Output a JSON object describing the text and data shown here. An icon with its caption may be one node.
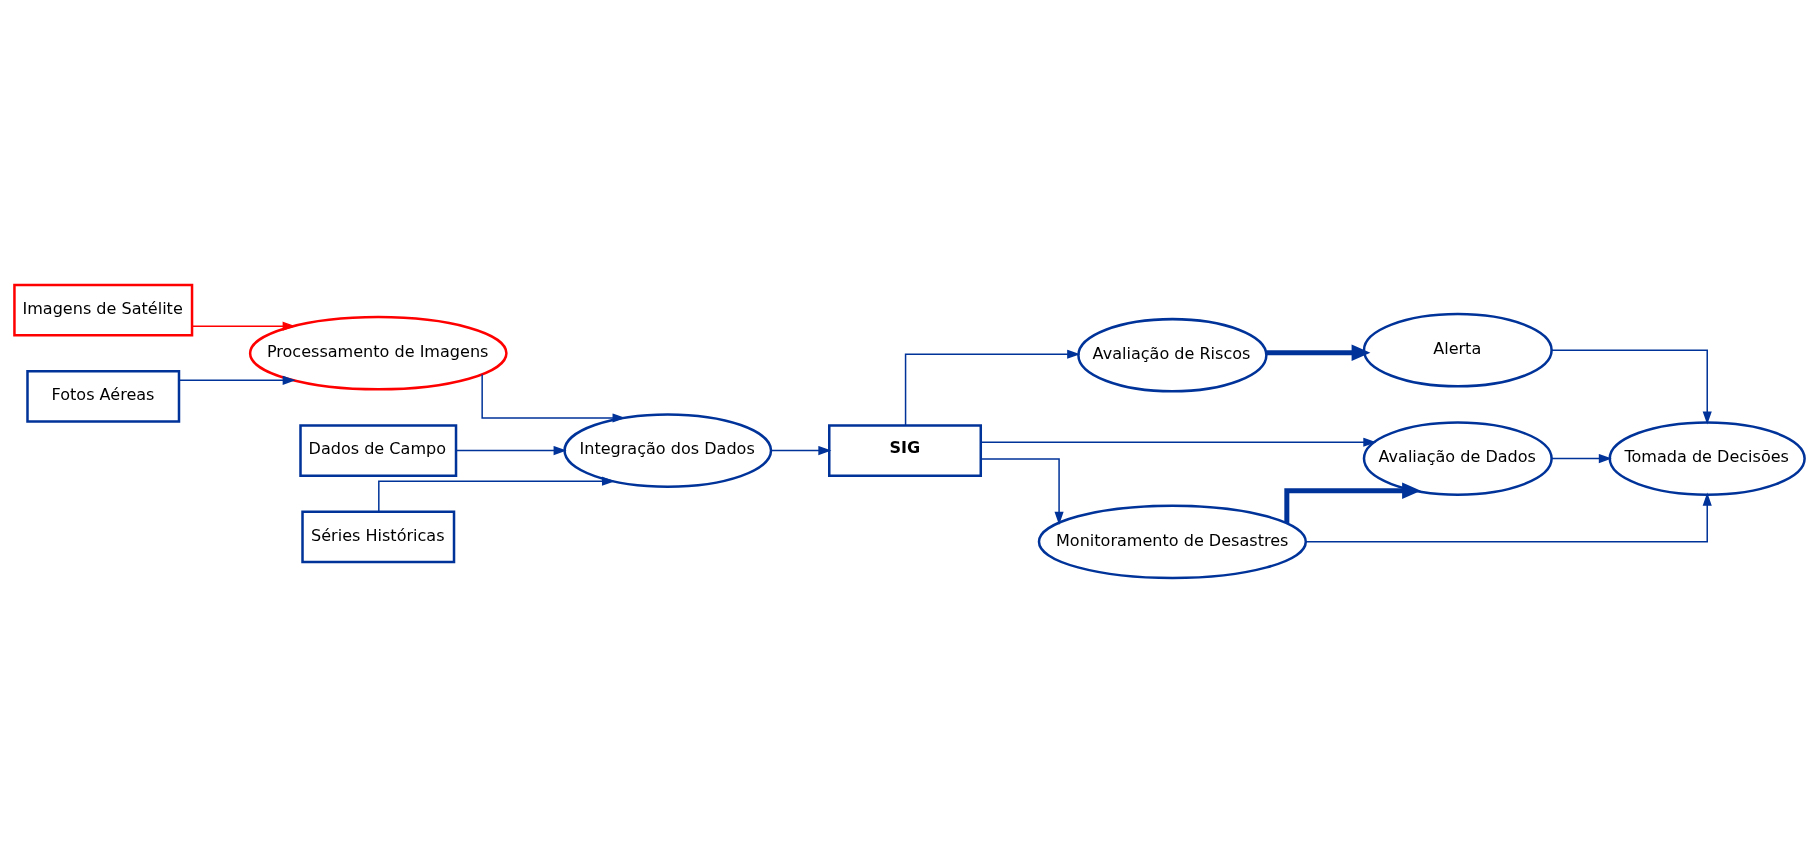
{
  "diagram": {
    "nodes": [
      {
        "text": [
          "Imagens de Satélite"
        ]
      },
      {
        "text": [
          "Fotos Aéreas"
        ]
      },
      {
        "text": [
          "Processamento de Imagens"
        ]
      },
      {
        "text": [
          "Dados de Campo"
        ]
      },
      {
        "text": [
          "Integração dos Dados"
        ]
      },
      {
        "text": [
          "Séries Históricas"
        ]
      },
      {
        "text": [
          "SIG"
        ]
      },
      {
        "text": [
          "Avaliação de Riscos"
        ]
      },
      {
        "text": [
          "Alerta"
        ]
      },
      {
        "text": [
          "Monitoramento de Desastres"
        ]
      },
      {
        "text": [
          "Avaliação de Dados"
        ]
      },
      {
        "text": [
          "Tomada de Decisões"
        ]
      }
    ],
    "edges": [
      {
        "from": 0,
        "to": 2,
        "arrow": "to",
        "color": "#ff0000"
      },
      {
        "from": 1,
        "to": 2,
        "arrow": "to"
      },
      {
        "from": 2,
        "to": 4,
        "arrow": "to"
      },
      {
        "from": 3,
        "to": 4,
        "arrow": "to"
      },
      {
        "from": 5,
        "to": 4,
        "arrow": "to"
      },
      {
        "from": 4,
        "to": 6,
        "arrow": "to"
      },
      {
        "from": 6,
        "to": 7,
        "arrow": "to"
      },
      {
        "from": 6,
        "to": 9,
        "arrow": "to"
      },
      {
        "from": 6,
        "to": 10,
        "arrow": "to"
      },
      {
        "from": 7,
        "to": 8,
        "arrow": "to",
        "style": "thick"
      },
      {
        "from": 9,
        "to": 10,
        "arrow": "to",
        "style": "thick"
      },
      {
        "from": 8,
        "to": 11,
        "arrow": "to"
      },
      {
        "from": 9,
        "to": 11,
        "arrow": "to"
      },
      {
        "from": 10,
        "to": 11,
        "arrow": "to"
      }
    ]
  }
}
